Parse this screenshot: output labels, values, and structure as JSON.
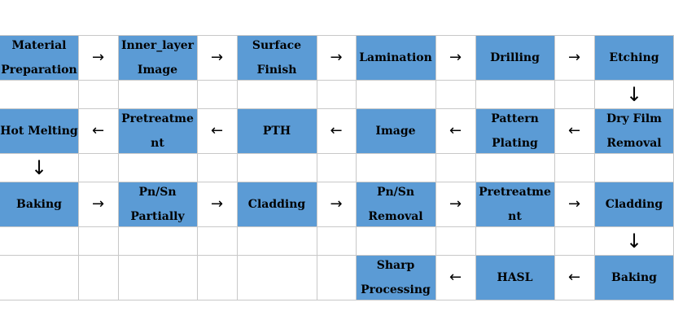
{
  "colors": {
    "step": "#5b9bd5",
    "grid": "#c8c8c8",
    "text": "#000000"
  },
  "rows": [
    [
      {
        "k": "step",
        "l": [
          "Material",
          "Preparation"
        ]
      },
      {
        "k": "arrow",
        "d": "right"
      },
      {
        "k": "step",
        "l": [
          "Inner_layer",
          "Image"
        ]
      },
      {
        "k": "arrow",
        "d": "right"
      },
      {
        "k": "step",
        "l": [
          "Surface",
          "Finish"
        ]
      },
      {
        "k": "arrow",
        "d": "right"
      },
      {
        "k": "step",
        "l": [
          "Lamination"
        ]
      },
      {
        "k": "arrow",
        "d": "right"
      },
      {
        "k": "step",
        "l": [
          "Drilling"
        ]
      },
      {
        "k": "arrow",
        "d": "right"
      },
      {
        "k": "step",
        "l": [
          "Etching"
        ]
      }
    ],
    [
      {
        "k": "empty"
      },
      {
        "k": "empty"
      },
      {
        "k": "empty"
      },
      {
        "k": "empty"
      },
      {
        "k": "empty"
      },
      {
        "k": "empty"
      },
      {
        "k": "empty"
      },
      {
        "k": "empty"
      },
      {
        "k": "empty"
      },
      {
        "k": "empty"
      },
      {
        "k": "arrow",
        "d": "down"
      }
    ],
    [
      {
        "k": "step",
        "l": [
          "Hot Melting"
        ]
      },
      {
        "k": "arrow",
        "d": "left"
      },
      {
        "k": "step",
        "l": [
          "Pretreatme",
          "nt"
        ]
      },
      {
        "k": "arrow",
        "d": "left"
      },
      {
        "k": "step",
        "l": [
          "PTH"
        ]
      },
      {
        "k": "arrow",
        "d": "left"
      },
      {
        "k": "step",
        "l": [
          "Image"
        ]
      },
      {
        "k": "arrow",
        "d": "left"
      },
      {
        "k": "step",
        "l": [
          "Pattern",
          "Plating"
        ]
      },
      {
        "k": "arrow",
        "d": "left"
      },
      {
        "k": "step",
        "l": [
          "Dry Film",
          "Removal"
        ]
      }
    ],
    [
      {
        "k": "arrow",
        "d": "down"
      },
      {
        "k": "empty"
      },
      {
        "k": "empty"
      },
      {
        "k": "empty"
      },
      {
        "k": "empty"
      },
      {
        "k": "empty"
      },
      {
        "k": "empty"
      },
      {
        "k": "empty"
      },
      {
        "k": "empty"
      },
      {
        "k": "empty"
      },
      {
        "k": "empty"
      }
    ],
    [
      {
        "k": "step",
        "l": [
          "Baking"
        ]
      },
      {
        "k": "arrow",
        "d": "right"
      },
      {
        "k": "step",
        "l": [
          "Pn/Sn",
          "Partially"
        ]
      },
      {
        "k": "arrow",
        "d": "right"
      },
      {
        "k": "step",
        "l": [
          "Cladding"
        ]
      },
      {
        "k": "arrow",
        "d": "right"
      },
      {
        "k": "step",
        "l": [
          "Pn/Sn",
          "Removal"
        ]
      },
      {
        "k": "arrow",
        "d": "right"
      },
      {
        "k": "step",
        "l": [
          "Pretreatme",
          "nt"
        ]
      },
      {
        "k": "arrow",
        "d": "right"
      },
      {
        "k": "step",
        "l": [
          "Cladding"
        ]
      }
    ],
    [
      {
        "k": "empty"
      },
      {
        "k": "empty"
      },
      {
        "k": "empty"
      },
      {
        "k": "empty"
      },
      {
        "k": "empty"
      },
      {
        "k": "empty"
      },
      {
        "k": "empty"
      },
      {
        "k": "empty"
      },
      {
        "k": "empty"
      },
      {
        "k": "empty"
      },
      {
        "k": "arrow",
        "d": "down"
      }
    ],
    [
      {
        "k": "empty"
      },
      {
        "k": "empty"
      },
      {
        "k": "empty"
      },
      {
        "k": "empty"
      },
      {
        "k": "empty"
      },
      {
        "k": "empty"
      },
      {
        "k": "step",
        "l": [
          "Sharp",
          "Processing"
        ]
      },
      {
        "k": "arrow",
        "d": "left"
      },
      {
        "k": "step",
        "l": [
          "HASL"
        ]
      },
      {
        "k": "arrow",
        "d": "left"
      },
      {
        "k": "step",
        "l": [
          "Baking"
        ]
      }
    ]
  ]
}
